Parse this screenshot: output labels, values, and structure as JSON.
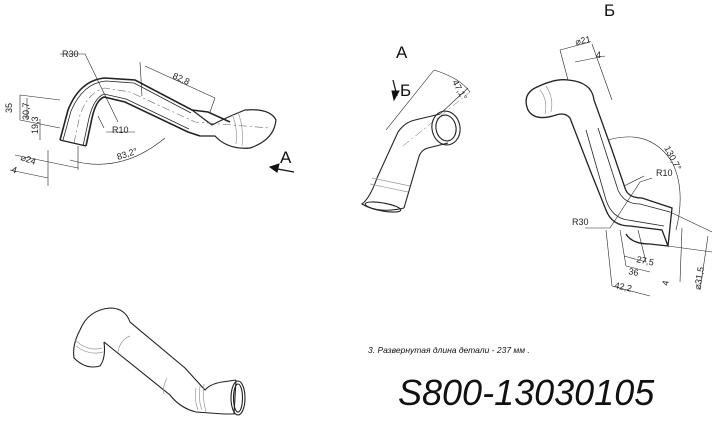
{
  "drawing": {
    "part_number": "S800-13030105",
    "note": "3. Развернутая  длина  детали - 237 мм .",
    "views": {
      "main": {
        "dimensions": {
          "r_outer": "R30",
          "r_inner": "R10",
          "length": "82,8",
          "angle": "83,2°",
          "h1": "35",
          "h2": "30,7",
          "h3": "19,3",
          "diameter": "⌀24",
          "wall": "4"
        },
        "view_arrow_label": "А"
      },
      "view_a": {
        "title": "А",
        "arrow_label": "Б",
        "angle": "47,1°"
      },
      "view_b": {
        "title": "Б",
        "dimensions": {
          "diameter_top": "⌀21",
          "wall_top": "4",
          "angle": "130,7°",
          "r_inner": "R10",
          "r_outer": "R30",
          "d1": "27,5",
          "d2": "36",
          "d3": "42,2",
          "wall_bottom": "4",
          "diameter_bottom": "⌀31,5"
        }
      },
      "iso": {
        "caption": ""
      }
    }
  }
}
